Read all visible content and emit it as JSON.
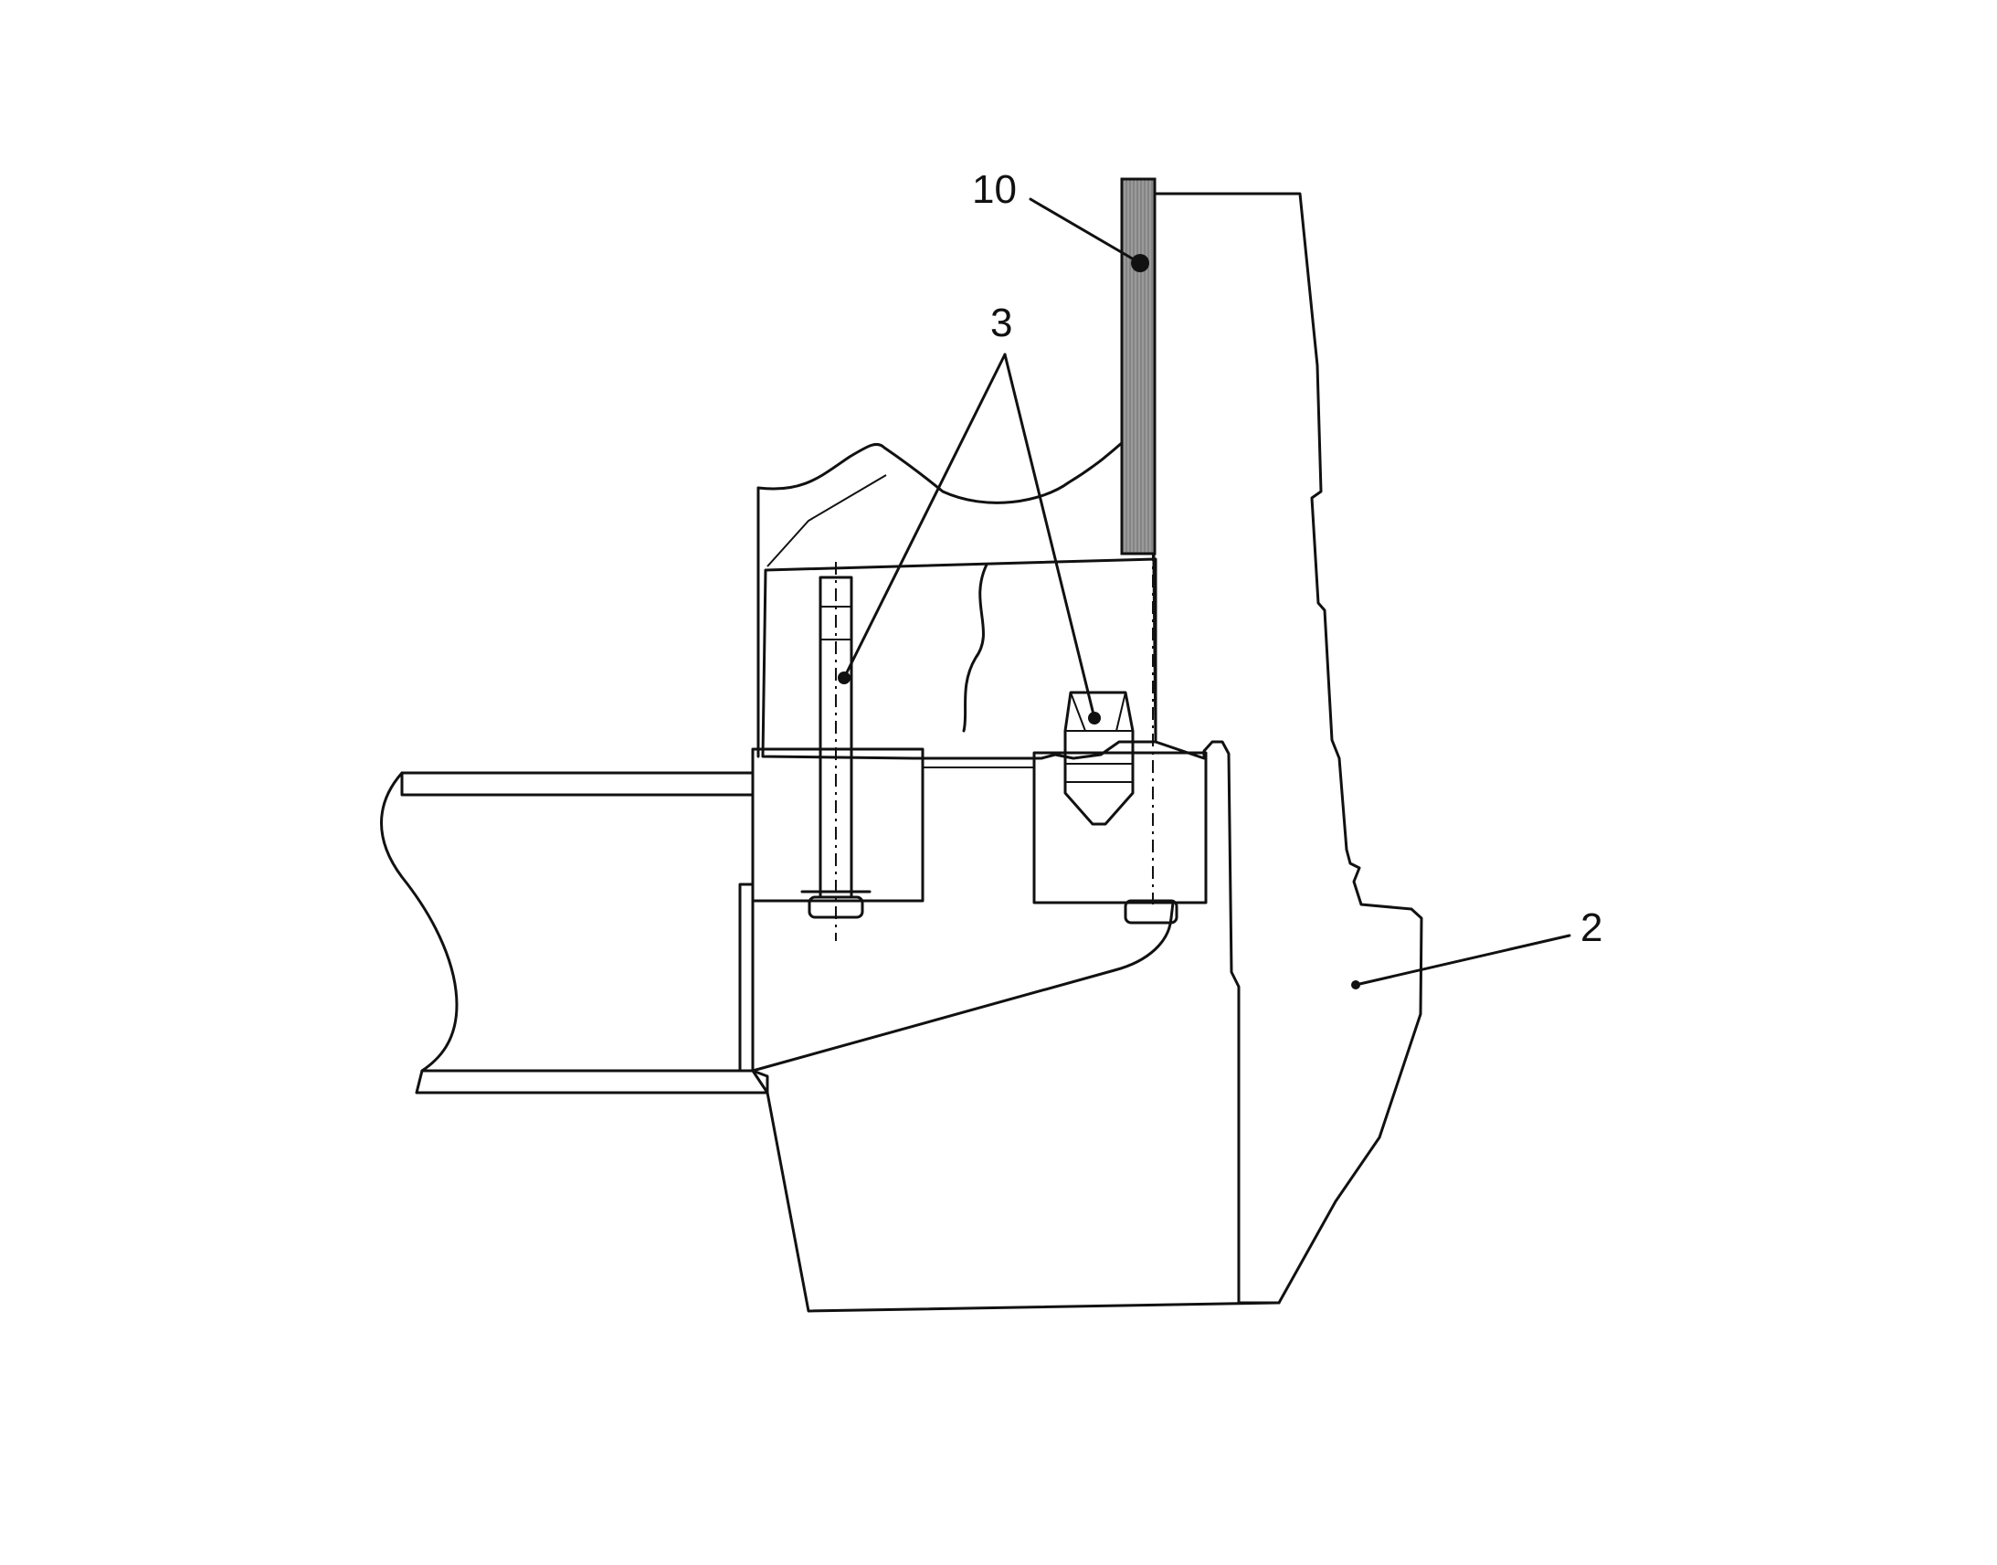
{
  "labels": {
    "part_10": "10",
    "part_3": "3",
    "part_2": "2"
  },
  "colors": {
    "ink": "#111111",
    "strip_fill": "#9a9a9a",
    "background": "#ffffff"
  }
}
